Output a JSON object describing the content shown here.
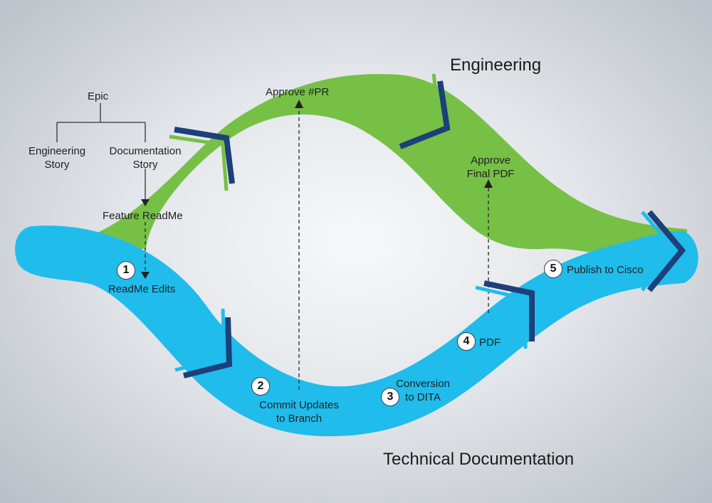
{
  "titles": {
    "engineering": "Engineering",
    "technical_documentation": "Technical Documentation"
  },
  "hierarchy": {
    "epic": "Epic",
    "engineering_story": [
      "Engineering",
      "Story"
    ],
    "documentation_story": [
      "Documentation",
      "Story"
    ],
    "feature_readme": "Feature ReadMe"
  },
  "engineering_steps": {
    "approve_pr": "Approve #PR",
    "approve_final_pdf": [
      "Approve",
      "Final PDF"
    ]
  },
  "doc_steps": [
    {
      "number": "1",
      "label": [
        "ReadMe Edits"
      ]
    },
    {
      "number": "2",
      "label": [
        "Commit Updates",
        "to Branch"
      ]
    },
    {
      "number": "3",
      "label": [
        "Conversion",
        "to DITA"
      ]
    },
    {
      "number": "4",
      "label": [
        "PDF"
      ]
    },
    {
      "number": "5",
      "label": [
        "Publish to Cisco"
      ]
    }
  ],
  "colors": {
    "engineering_band": "#76c045",
    "documentation_band": "#1fbcec",
    "chevron": "#1d3f7a",
    "background": "#e3e6ea"
  }
}
